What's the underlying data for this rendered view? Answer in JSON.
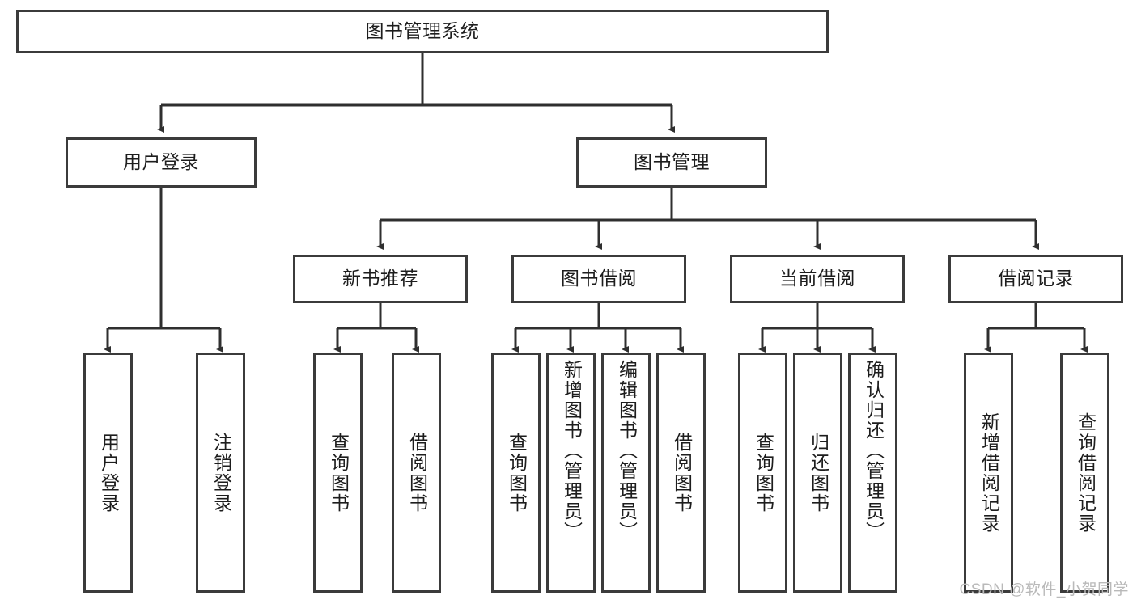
{
  "diagram": {
    "title": "图书管理系统",
    "root": {
      "label": "图书管理系统"
    },
    "level2": [
      {
        "label": "用户登录"
      },
      {
        "label": "图书管理"
      }
    ],
    "level3": [
      {
        "label": "新书推荐"
      },
      {
        "label": "图书借阅"
      },
      {
        "label": "当前借阅"
      },
      {
        "label": "借阅记录"
      }
    ],
    "leaves": {
      "user_login": [
        {
          "label": "用户登录"
        },
        {
          "label": "注销登录"
        }
      ],
      "new_book_recommend": [
        {
          "label": "查询图书"
        },
        {
          "label": "借阅图书"
        }
      ],
      "book_borrow": [
        {
          "label": "查询图书"
        },
        {
          "label": "新增图书（管理员）"
        },
        {
          "label": "编辑图书（管理员）"
        },
        {
          "label": "借阅图书"
        }
      ],
      "current_borrow": [
        {
          "label": "查询图书"
        },
        {
          "label": "归还图书"
        },
        {
          "label": "确认归还（管理员）"
        }
      ],
      "borrow_record": [
        {
          "label": "新增借阅记录"
        },
        {
          "label": "查询借阅记录"
        }
      ]
    }
  },
  "watermark": {
    "text": "CSDN @软件_小贺同学"
  },
  "colors": {
    "stroke": "#3b3b3b",
    "text": "#1d1d1d",
    "background": "#ffffff",
    "watermark": "#b9b9b9"
  }
}
